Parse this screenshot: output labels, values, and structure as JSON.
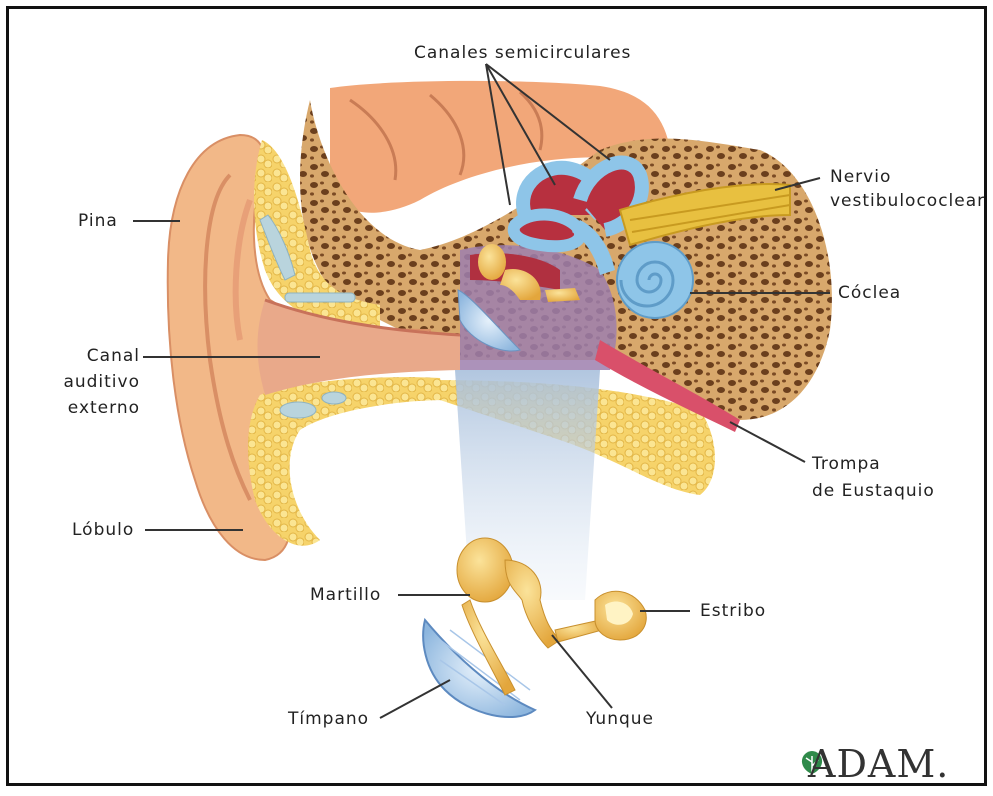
{
  "labels": {
    "semicircular": "Canales semicirculares",
    "nerve_line1": "Nervio",
    "nerve_line2": "vestibulococlear",
    "pinna": "Pina",
    "cochlea": "Cóclea",
    "canal_line1": "Canal",
    "canal_line2": "auditivo",
    "canal_line3": "externo",
    "tube_line1": "Trompa",
    "tube_line2": "de Eustaquio",
    "lobule": "Lóbulo",
    "hammer": "Martillo",
    "stirrup": "Estribo",
    "eardrum": "Tímpano",
    "anvil": "Yunque"
  },
  "logo": "ADAM.",
  "colors": {
    "skin": "#f2b888",
    "bone": "#e0b060",
    "fat": "#f5d870",
    "inner_ear": "#8ec5e8",
    "nerve": "#e8c040",
    "tube": "#d9506a",
    "brain": "#f2a779"
  }
}
